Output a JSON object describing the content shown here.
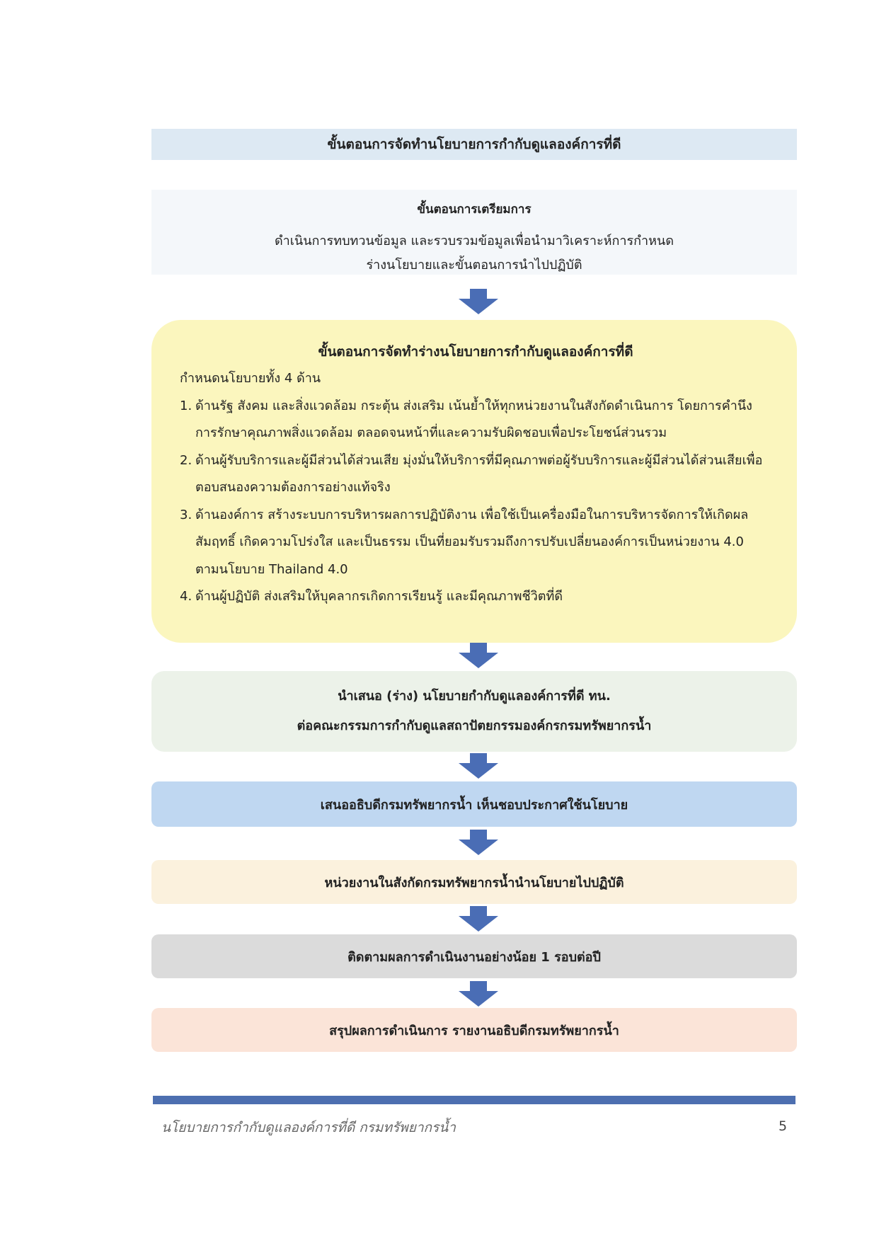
{
  "title": "ขั้นตอนการจัดทำนโยบายการกำกับดูแลองค์การที่ดี",
  "prep": {
    "heading": "ขั้นตอนการเตรียมการ",
    "line1": "ดำเนินการทบทวนข้อมูล และรวบรวมข้อมูลเพื่อนำมาวิเคราะห์การกำหนด",
    "line2": "ร่างนโยบายและขั้นตอนการนำไปปฏิบัติ"
  },
  "draft": {
    "heading": "ขั้นตอนการจัดทำร่างนโยบายการกำกับดูแลองค์การที่ดี",
    "intro": "กำหนดนโยบายทั้ง 4 ด้าน",
    "items": [
      {
        "num": "1.",
        "text": "ด้านรัฐ สังคม และสิ่งแวดล้อม กระตุ้น ส่งเสริม เน้นย้ำให้ทุกหน่วยงานในสังกัดดำเนินการ โดยการคำนึงการรักษาคุณภาพสิ่งแวดล้อม ตลอดจนหน้าที่และความรับผิดชอบเพื่อประโยชน์ส่วนรวม"
      },
      {
        "num": "2.",
        "text": "ด้านผู้รับบริการและผู้มีส่วนได้ส่วนเสีย มุ่งมั่นให้บริการที่มีคุณภาพต่อผู้รับบริการและผู้มีส่วนได้ส่วนเสียเพื่อตอบสนองความต้องการอย่างแท้จริง"
      },
      {
        "num": "3.",
        "text": "ด้านองค์การ สร้างระบบการบริหารผลการปฏิบัติงาน เพื่อใช้เป็นเครื่องมือในการบริหารจัดการให้เกิดผลสัมฤทธิ์ เกิดความโปร่งใส และเป็นธรรม เป็นที่ยอมรับรวมถึงการปรับเปลี่ยนองค์การเป็นหน่วยงาน 4.0 ตามนโยบาย Thailand 4.0"
      },
      {
        "num": "4.",
        "text": "ด้านผู้ปฏิบัติ ส่งเสริมให้บุคลากรเกิดการเรียนรู้ และมีคุณภาพชีวิตที่ดี"
      }
    ]
  },
  "steps": {
    "propose_line1": "นำเสนอ (ร่าง) นโยบายกำกับดูแลองค์การที่ดี ทน.",
    "propose_line2": "ต่อคณะกรรมการกำกับดูแลสถาปัตยกรรมองค์กรกรมทรัพยากรน้ำ",
    "approve": "เสนออธิบดีกรมทรัพยากรน้ำ เห็นชอบประกาศใช้นโยบาย",
    "implement": "หน่วยงานในสังกัดกรมทรัพยากรน้ำนำนโยบายไปปฏิบัติ",
    "monitor": "ติดตามผลการดำเนินงานอย่างน้อย 1 รอบต่อปี",
    "report": "สรุปผลการดำเนินการ รายงานอธิบดีกรมทรัพยากรน้ำ"
  },
  "footer": {
    "text": "นโยบายการกำกับดูแลองค์การที่ดี กรมทรัพยากรน้ำ",
    "page": "5"
  },
  "colors": {
    "arrow": "#4a6db5",
    "rule": "#4d6fb0"
  }
}
